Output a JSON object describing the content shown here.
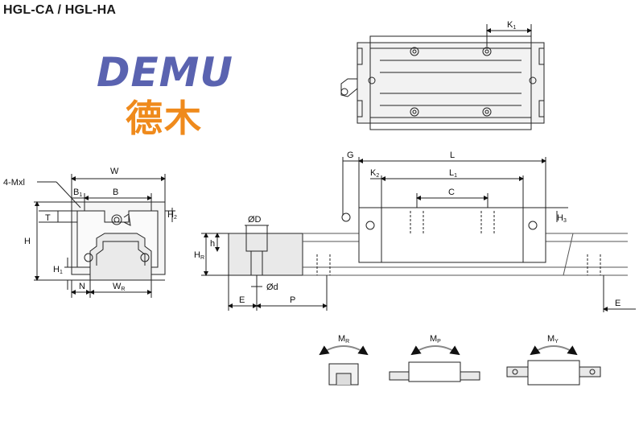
{
  "title": "HGL-CA / HGL-HA",
  "logo": {
    "text_latin": "DEMU",
    "text_cn": "德木",
    "color_latin": "#5a63b0",
    "color_cn": "#ef8a1c"
  },
  "labels": {
    "W": "W",
    "B1": "B",
    "B1_sub": "1",
    "B": "B",
    "T": "T",
    "H": "H",
    "H1": "H",
    "H1_sub": "1",
    "H2": "H",
    "H2_sub": "2",
    "N": "N",
    "WR": "W",
    "WR_sub": "R",
    "mxl": "4-Mxl",
    "K1": "K",
    "K1_sub": "1",
    "G": "G",
    "L": "L",
    "K2": "K",
    "K2_sub": "2",
    "L1": "L",
    "L1_sub": "1",
    "C": "C",
    "H3": "H",
    "H3_sub": "3",
    "HR": "H",
    "HR_sub": "R",
    "h": "h",
    "D": "ØD",
    "d": "Ød",
    "E_left": "E",
    "P": "P",
    "E_right": "E",
    "MR": "M",
    "MR_sub": "R",
    "MP": "M",
    "MP_sub": "P",
    "MY": "M",
    "MY_sub": "Y"
  }
}
